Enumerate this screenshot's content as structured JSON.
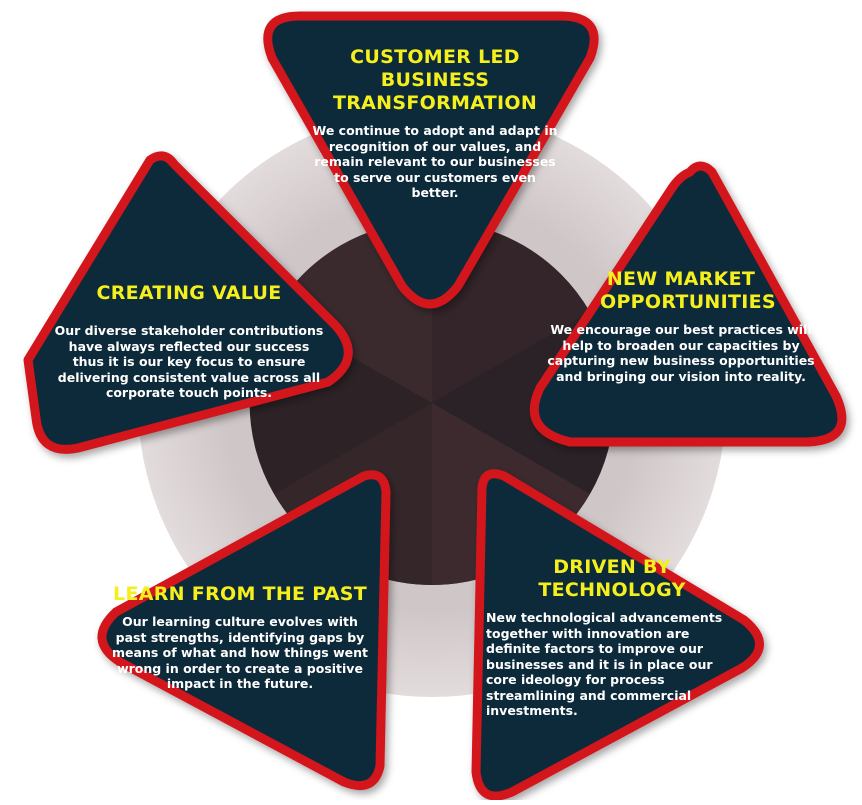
{
  "colors": {
    "outer_ring": "#dcd5d5",
    "inner_dark": "#2a2428",
    "inner_wedge": "#3d2a2f",
    "petal_fill": "#0e2c3a",
    "petal_border": "#d3151c",
    "title": "#f4ef1d",
    "body": "#ffffff"
  },
  "petals": {
    "customer": {
      "title": "CUSTOMER LED BUSINESS TRANSFORMATION",
      "body": "We continue to adopt and adapt in recognition of our values, and remain relevant to our businesses to serve our customers even better."
    },
    "market": {
      "title": "NEW MARKET OPPORTUNITIES",
      "body": "We encourage our best practices will help to broaden our capacities by capturing new business opportunities and bringing our vision into reality."
    },
    "technology": {
      "title": "DRIVEN BY TECHNOLOGY",
      "body": "New technological advancements together with innovation are definite factors to improve our businesses and it is in place our core ideology for process streamlining and commercial investments."
    },
    "past": {
      "title": "LEARN FROM THE PAST",
      "body": "Our learning culture evolves with past strengths, identifying gaps by means of what and how things went wrong in order to create a positive impact in the future."
    },
    "value": {
      "title": "CREATING VALUE",
      "body": "Our diverse stakeholder contributions have always reflected our success thus it is our key focus to ensure delivering consistent value across all corporate touch points."
    }
  }
}
